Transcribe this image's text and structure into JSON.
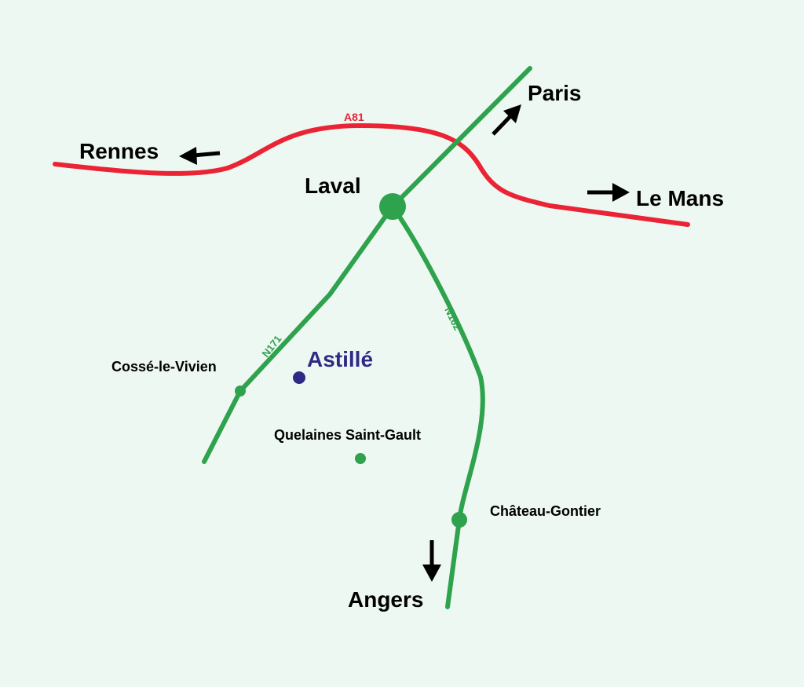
{
  "map": {
    "colors": {
      "background": "#eef8f2",
      "motorway": "#ea2434",
      "national_road": "#2ea24c",
      "highlight_town": "#2e2a85",
      "arrow": "#000000"
    },
    "roads": {
      "a81": {
        "label": "A81"
      },
      "n171": {
        "label": "N171"
      },
      "n162": {
        "label": "N162"
      }
    },
    "destinations": {
      "rennes": "Rennes",
      "paris": "Paris",
      "le_mans": "Le Mans",
      "angers": "Angers"
    },
    "towns": {
      "laval": "Laval",
      "astille": "Astillé",
      "cosse": "Cossé-le-Vivien",
      "quelaines": "Quelaines Saint-Gault",
      "chateau_gontier": "Château-Gontier"
    }
  }
}
